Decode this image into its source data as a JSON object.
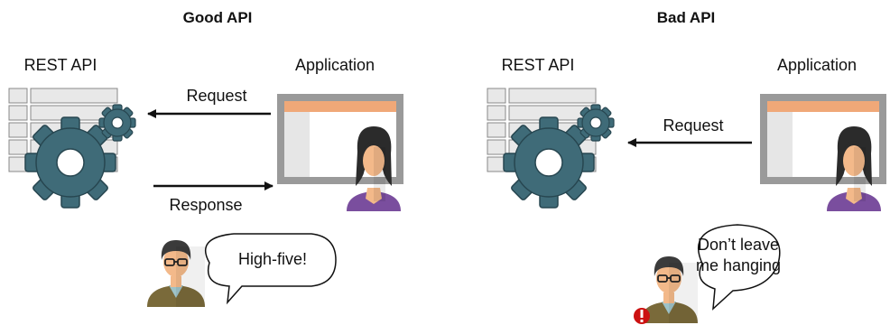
{
  "panels": {
    "good": {
      "title": "Good API",
      "api_label": "REST API",
      "app_label": "Application",
      "request_label": "Request",
      "response_label": "Response",
      "speech": "High-five!"
    },
    "bad": {
      "title": "Bad API",
      "api_label": "REST API",
      "app_label": "Application",
      "request_label": "Request",
      "speech_line1": "Don’t leave",
      "speech_line2": "me hanging"
    }
  },
  "icons": {
    "api": "server-rack-with-gears-icon",
    "app": "application-window-icon",
    "user": "woman-user-icon",
    "developer": "man-with-glasses-icon",
    "alert": "exclamation-alert-icon"
  },
  "colors": {
    "gear": "#3f6b78",
    "rack": "#e8e8e8",
    "rack_stroke": "#888888",
    "window_frame": "#9a9a9a",
    "window_bar": "#f0a878",
    "shirt": "#7a4e9e",
    "jacket": "#7a6a3a",
    "skin": "#f3b98a",
    "alert": "#cc1111"
  }
}
